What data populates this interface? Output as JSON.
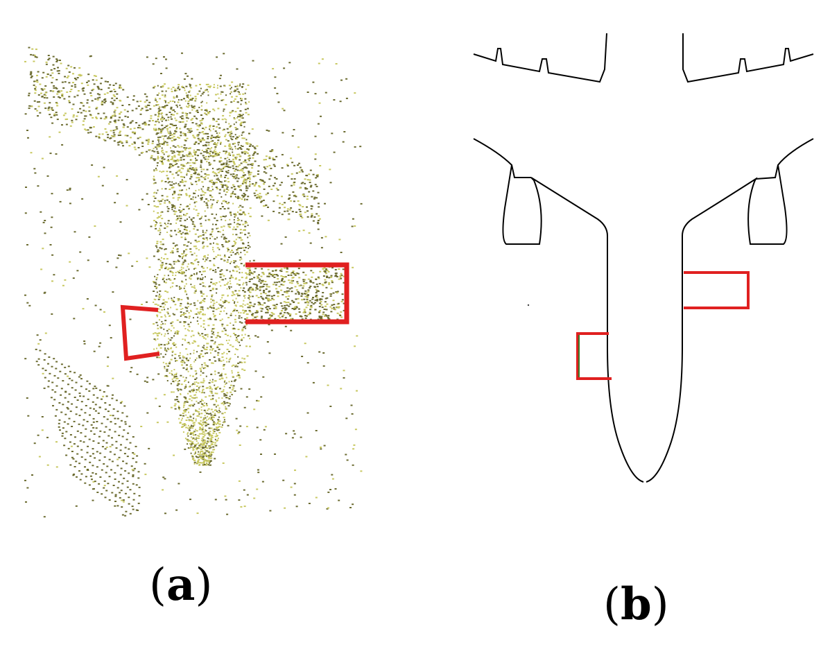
{
  "captions": {
    "a_open": "(",
    "a_letter": "a",
    "a_close": ")",
    "b_open": "(",
    "b_letter": "b",
    "b_close": ")"
  },
  "colors": {
    "highlight": "#e02020",
    "points_dark": "#6b6b30",
    "points_light": "#c8c860",
    "outline": "#000000"
  },
  "panels": {
    "a": {
      "content": "point-cloud",
      "highlight_regions": 2
    },
    "b": {
      "content": "aircraft-outline",
      "highlight_regions": 2
    }
  }
}
